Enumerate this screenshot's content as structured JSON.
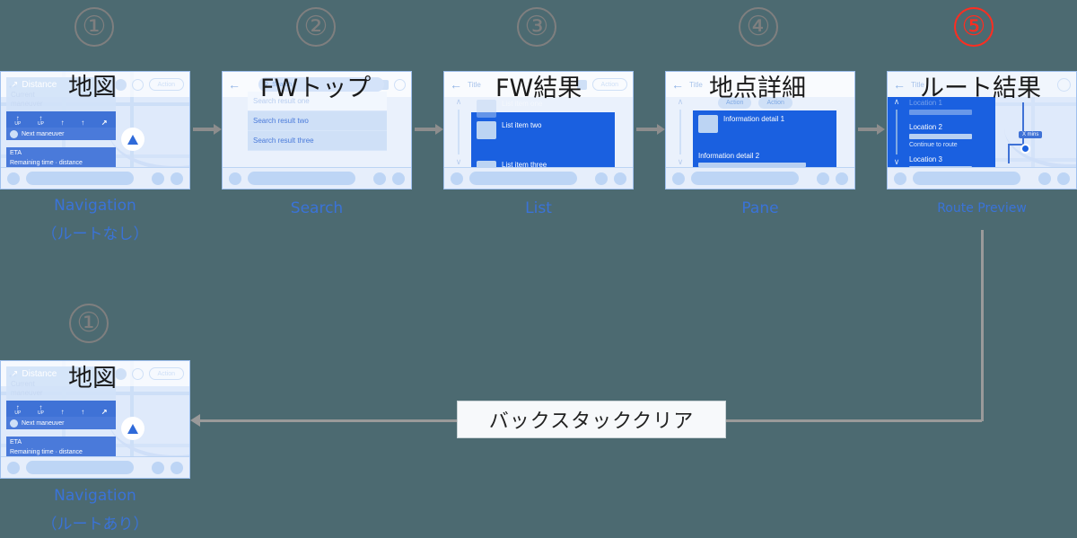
{
  "diagram": {
    "background_color": "#4c6a71",
    "accent_blue": "#3a73d8",
    "accent_red": "#ff2d20",
    "arrow_color": "#8d8d8d"
  },
  "steps": [
    {
      "number": "①",
      "highlight": false
    },
    {
      "number": "②",
      "highlight": false
    },
    {
      "number": "③",
      "highlight": false
    },
    {
      "number": "④",
      "highlight": false
    },
    {
      "number": "⑤",
      "highlight": true
    },
    {
      "number": "①",
      "highlight": false
    }
  ],
  "cards": {
    "navigation_no_route": {
      "overlay_title": "地図",
      "caption_line1": "Navigation",
      "caption_line2": "（ルートなし）",
      "distance": "Distance",
      "current_maneuver_line1": "Current",
      "current_maneuver_line2": "maneuver",
      "lanes": [
        {
          "glyph": "↑",
          "label": "UP"
        },
        {
          "glyph": "↑",
          "label": "UP"
        },
        {
          "glyph": "↑",
          "label": ""
        },
        {
          "glyph": "↑",
          "label": ""
        },
        {
          "glyph": "↗",
          "label": ""
        }
      ],
      "next_maneuver": "Next maneuver",
      "eta_title": "ETA",
      "eta_detail": "Remaining time · distance",
      "action_label": "Action"
    },
    "search": {
      "overlay_title": "FWトップ",
      "caption_line1": "Search",
      "search_placeholder": "Search",
      "results": [
        "Search result one",
        "Search result two",
        "Search result three"
      ],
      "bar_title": ""
    },
    "list": {
      "overlay_title": "FW結果",
      "caption_line1": "List",
      "bar_title": "Title",
      "action_label": "Action",
      "items": [
        "List item one",
        "List item two",
        "List item three"
      ]
    },
    "pane": {
      "overlay_title": "地点詳細",
      "caption_line1": "Pane",
      "bar_title": "Title",
      "action_labels": [
        "Action",
        "Action"
      ],
      "details": [
        "Information detail 1",
        "Information detail 2"
      ]
    },
    "route_preview": {
      "overlay_title": "ルート結果",
      "caption_line1": "Route Preview",
      "bar_title": "Title",
      "locations": [
        "Location 1",
        "Location 2",
        "Location 3"
      ],
      "continue_label": "Continue to route",
      "eta_chip": "X mins"
    },
    "navigation_with_route": {
      "overlay_title": "地図",
      "caption_line1": "Navigation",
      "caption_line2": "（ルートあり）",
      "distance": "Distance",
      "current_maneuver_line1": "Current",
      "current_maneuver_line2": "maneuver",
      "lanes": [
        {
          "glyph": "↑",
          "label": "UP"
        },
        {
          "glyph": "↑",
          "label": "UP"
        },
        {
          "glyph": "↑",
          "label": ""
        },
        {
          "glyph": "↑",
          "label": ""
        },
        {
          "glyph": "↗",
          "label": ""
        }
      ],
      "next_maneuver": "Next maneuver",
      "eta_title": "ETA",
      "eta_detail": "Remaining time · distance",
      "action_label": "Action"
    }
  },
  "backstack": {
    "label": "バックスタッククリア"
  },
  "icons": {
    "back": "←",
    "search": "⚲",
    "maneuver": "↗",
    "chevron_up": "∧",
    "chevron_down": "∨"
  }
}
